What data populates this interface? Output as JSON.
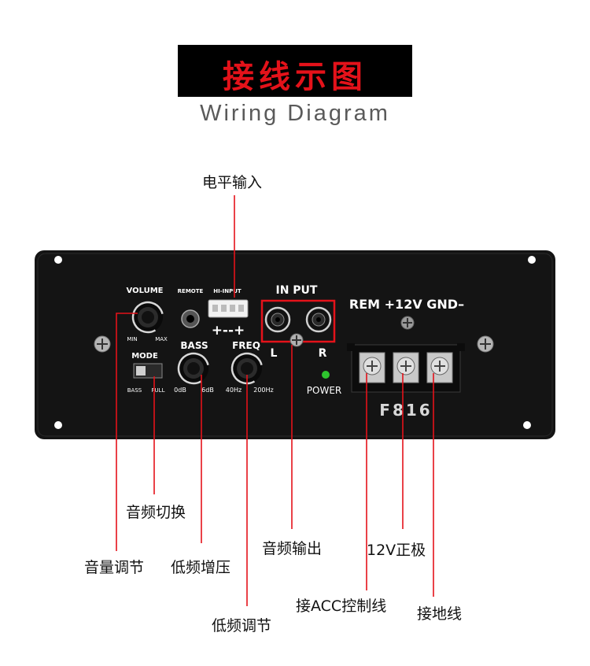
{
  "title": "接线示图",
  "subtitle": "Wiring Diagram",
  "panel": {
    "volume": "VOLUME",
    "min": "MIN",
    "max": "MAX",
    "remote": "REMOTE",
    "hi_input": "HI-INPUT",
    "hi_polarity": "+--+",
    "input": "IN PUT",
    "left": "L",
    "right": "R",
    "rem_12v_gnd": "REM +12V GND–",
    "mode": "MODE",
    "bass_mode": "BASS",
    "full_mode": "FULL",
    "bass": "BASS",
    "bass_min": "0dB",
    "bass_max": "6dB",
    "freq": "FREQ",
    "freq_min": "40Hz",
    "freq_max": "200Hz",
    "power": "POWER",
    "model": "F816"
  },
  "callouts": {
    "level_input": "电平输入",
    "mode_switch": "音频切换",
    "volume_adjust": "音量调节",
    "bass_boost": "低频增压",
    "audio_output": "音频输出",
    "positive_12v": "12V正极",
    "bass_adjust": "低频调节",
    "acc_control": "接ACC控制线",
    "ground": "接地线"
  },
  "colors": {
    "title_bg": "#000000",
    "title_text": "#e4121a",
    "highlight": "#e4121a",
    "panel": "#141414",
    "leader_line": "#e4121a",
    "power_led": "#2ec42e"
  }
}
